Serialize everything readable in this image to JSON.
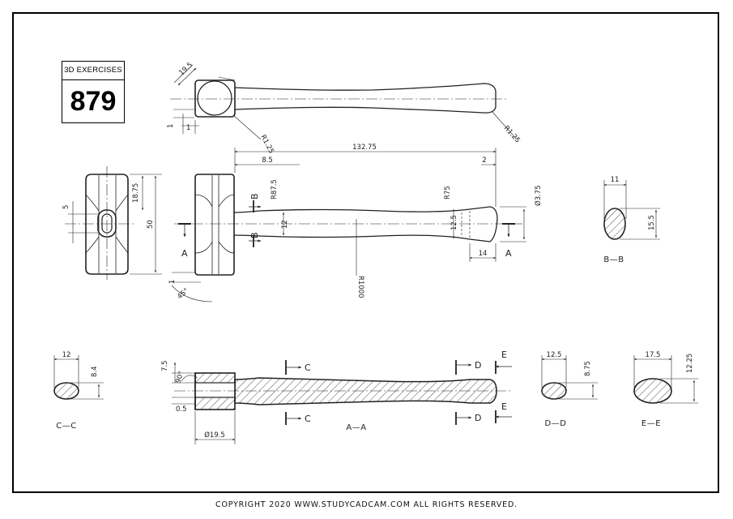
{
  "exercise": {
    "header": "3D EXERCISES",
    "number": "879"
  },
  "footer": "COPYRIGHT  2020 WWW.STUDYCADCAM.COM ALL RIGHTS RESERVED.",
  "dimensions": {
    "top_head_size": "19.5",
    "top_offset_a": "1",
    "top_offset_b": "1",
    "top_radius_head": "R1.25",
    "top_radius_end": "R1.25",
    "overall_length": "132.75",
    "head_offset": "8.5",
    "end_offset": "2",
    "handle_fillet": "R87.5",
    "end_fillet": "R75",
    "end_diameter": "Ø3.75",
    "neck_height": "12",
    "end_height": "12.5",
    "end_length": "14",
    "handle_arc": "R1000",
    "head_width": "18.75",
    "head_height": "50",
    "eye_height": "5",
    "chamfer_a": "1",
    "chamfer_angle": "45°",
    "bb_width": "11",
    "bb_height": "15.5",
    "cc_width": "12",
    "cc_height": "8.4",
    "aa_top": "7.5",
    "aa_angle": "90°",
    "aa_lip": "0.5",
    "aa_diameter": "Ø19.5",
    "dd_width": "12.5",
    "dd_height": "8.75",
    "ee_width": "17.5",
    "ee_height": "12.25"
  },
  "section_marks": {
    "a": "A",
    "b": "B",
    "c": "C",
    "d": "D",
    "e": "E"
  },
  "section_labels": {
    "aa": "A—A",
    "bb": "B—B",
    "cc": "C—C",
    "dd": "D—D",
    "ee": "E—E"
  }
}
